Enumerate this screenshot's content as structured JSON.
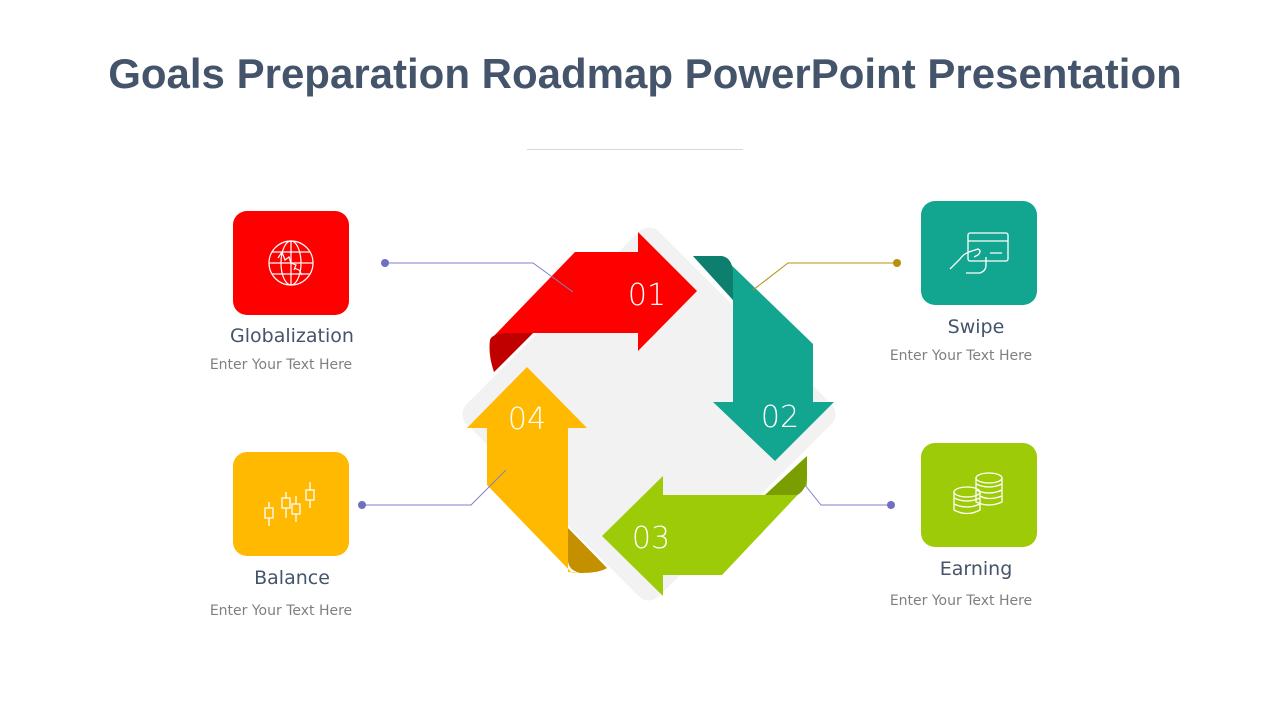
{
  "title": "Goals Preparation Roadmap PowerPoint Presentation",
  "steps": [
    {
      "number": "01",
      "label": "Globalization",
      "text": "Enter Your Text Here",
      "icon": "globe-icon",
      "color": "#ff0000"
    },
    {
      "number": "02",
      "label": "Swipe",
      "text": "Enter Your Text Here",
      "icon": "card-swipe-icon",
      "color": "#12a58f"
    },
    {
      "number": "03",
      "label": "Earning",
      "text": "Enter Your Text Here",
      "icon": "coins-icon",
      "color": "#9dcb08"
    },
    {
      "number": "04",
      "label": "Balance",
      "text": "Enter Your Text Here",
      "icon": "candlestick-chart-icon",
      "color": "#ffb900"
    }
  ]
}
